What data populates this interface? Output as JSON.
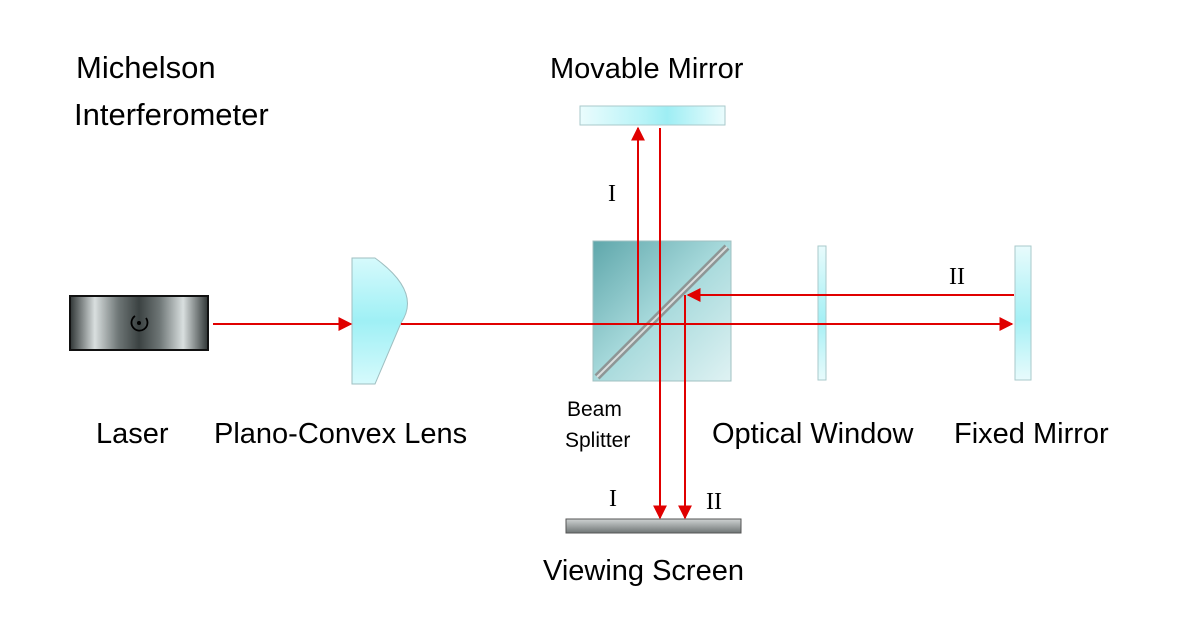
{
  "title_line1": "Michelson",
  "title_line2": "Interferometer",
  "labels": {
    "movable_mirror": "Movable Mirror",
    "laser": "Laser",
    "lens": "Plano-Convex Lens",
    "beam_splitter_line1": "Beam",
    "beam_splitter_line2": "Splitter",
    "optical_window": "Optical Window",
    "fixed_mirror": "Fixed Mirror",
    "viewing_screen": "Viewing Screen"
  },
  "beam_labels": {
    "beam1": "I",
    "beam2": "II"
  },
  "colors": {
    "beam": "#e00000",
    "glass": "#bff4f8",
    "splitter_cube": "#8fcfd3",
    "laser_body": "#8a9090"
  }
}
